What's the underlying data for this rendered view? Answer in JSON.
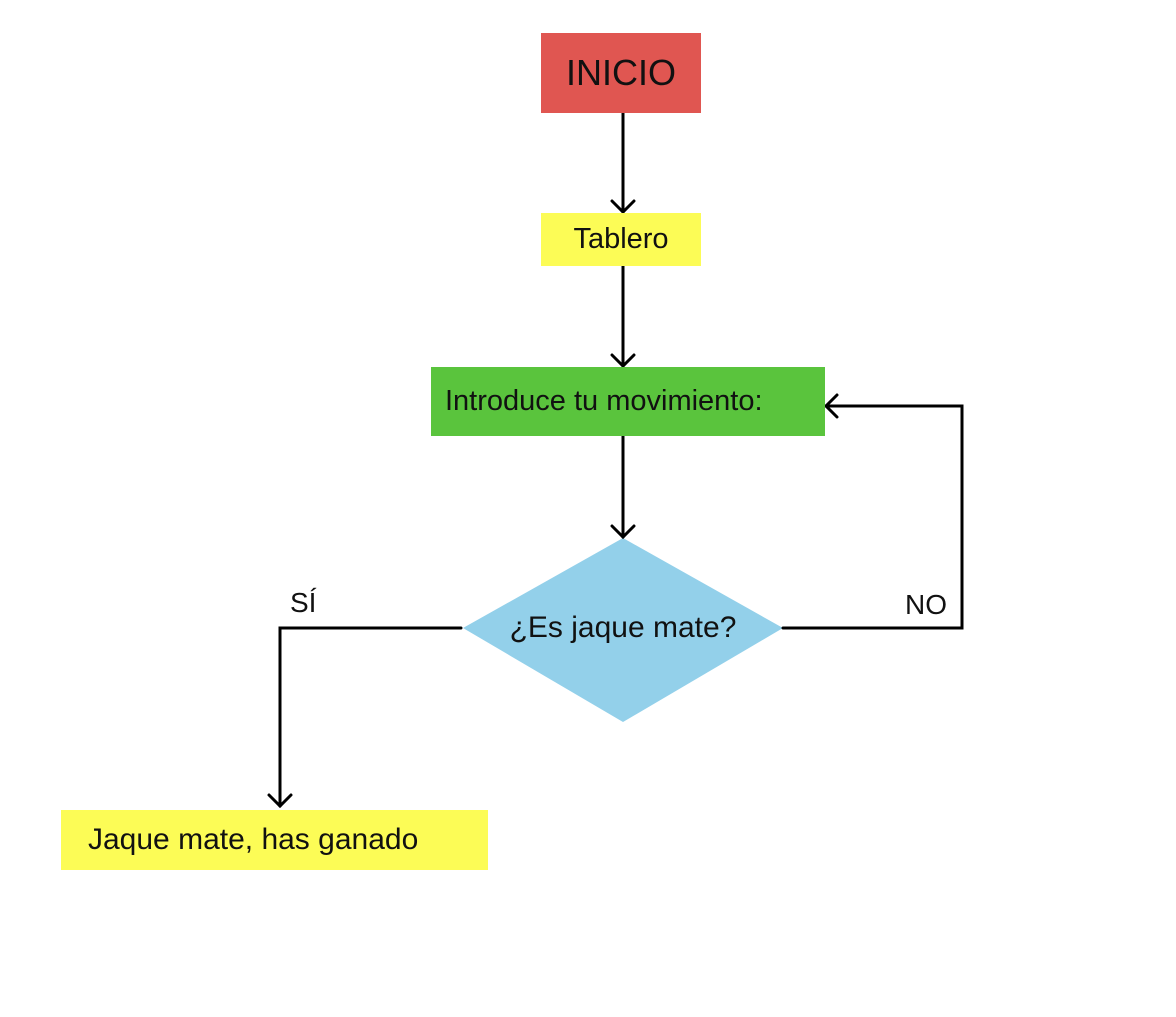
{
  "diagram": {
    "type": "flowchart",
    "nodes": {
      "inicio": {
        "label": "INICIO",
        "shape": "rectangle",
        "color": "#e05651"
      },
      "tablero": {
        "label": "Tablero",
        "shape": "rectangle",
        "color": "#fcfc56"
      },
      "movimiento": {
        "label": "Introduce tu movimiento:",
        "shape": "rectangle",
        "color": "#5ac43d"
      },
      "decision": {
        "label": "¿Es jaque mate?",
        "shape": "diamond",
        "color": "#93d0ea"
      },
      "ganado": {
        "label": "Jaque mate, has ganado",
        "shape": "rectangle",
        "color": "#fcfc56"
      }
    },
    "edges": [
      {
        "from": "inicio",
        "to": "tablero",
        "label": ""
      },
      {
        "from": "tablero",
        "to": "movimiento",
        "label": ""
      },
      {
        "from": "movimiento",
        "to": "decision",
        "label": ""
      },
      {
        "from": "decision",
        "to": "ganado",
        "label": "SÍ"
      },
      {
        "from": "decision",
        "to": "movimiento",
        "label": "NO"
      }
    ],
    "line_color": "#000000"
  }
}
